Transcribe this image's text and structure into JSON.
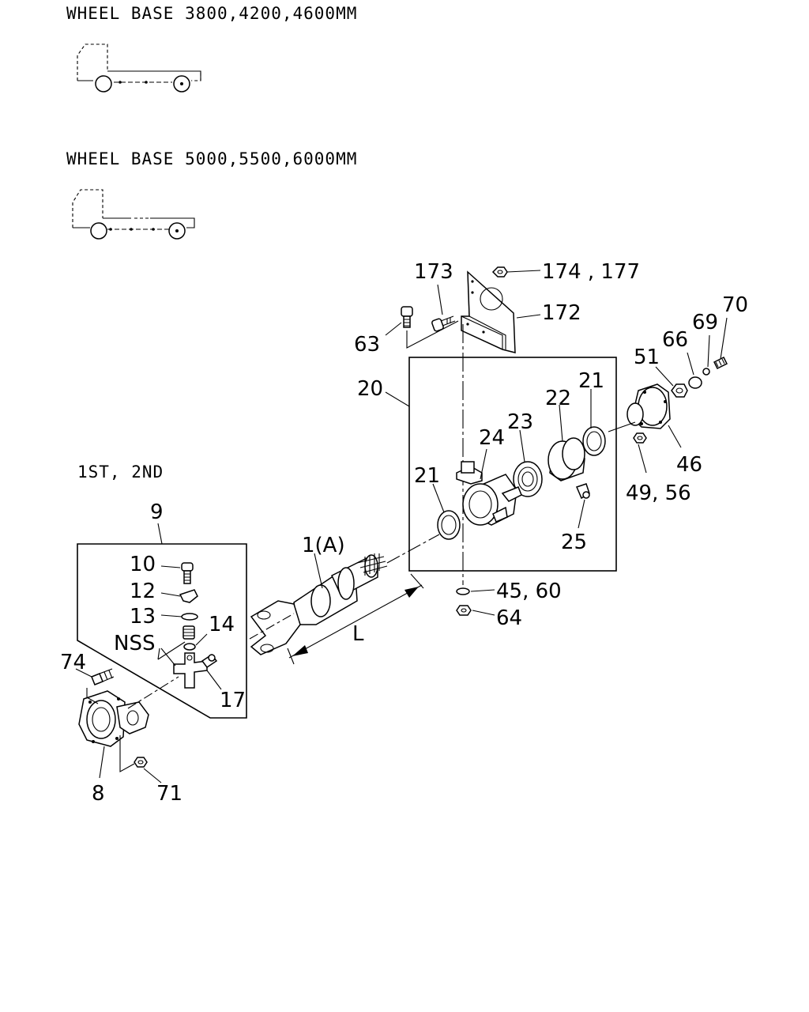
{
  "headers": {
    "wb_short": "WHEEL BASE 3800,4200,4600MM",
    "wb_long": "WHEEL BASE 5000,5500,6000MM",
    "variant": "1ST, 2ND"
  },
  "callouts": {
    "c173": "173",
    "c174_177": "174 , 177",
    "c172": "172",
    "c63": "63",
    "c70": "70",
    "c69": "69",
    "c66": "66",
    "c51": "51",
    "c20": "20",
    "c21_right": "21",
    "c22": "22",
    "c23": "23",
    "c24": "24",
    "c21_left": "21",
    "c46": "46",
    "c49_56": "49, 56",
    "c25": "25",
    "c1a": "1(A)",
    "c45_60": "45, 60",
    "c64": "64",
    "c9": "9",
    "c10": "10",
    "c12": "12",
    "c13": "13",
    "c14": "14",
    "nss": "NSS",
    "c17": "17",
    "c74": "74",
    "c8": "8",
    "c71": "71",
    "dim_l": "L"
  }
}
